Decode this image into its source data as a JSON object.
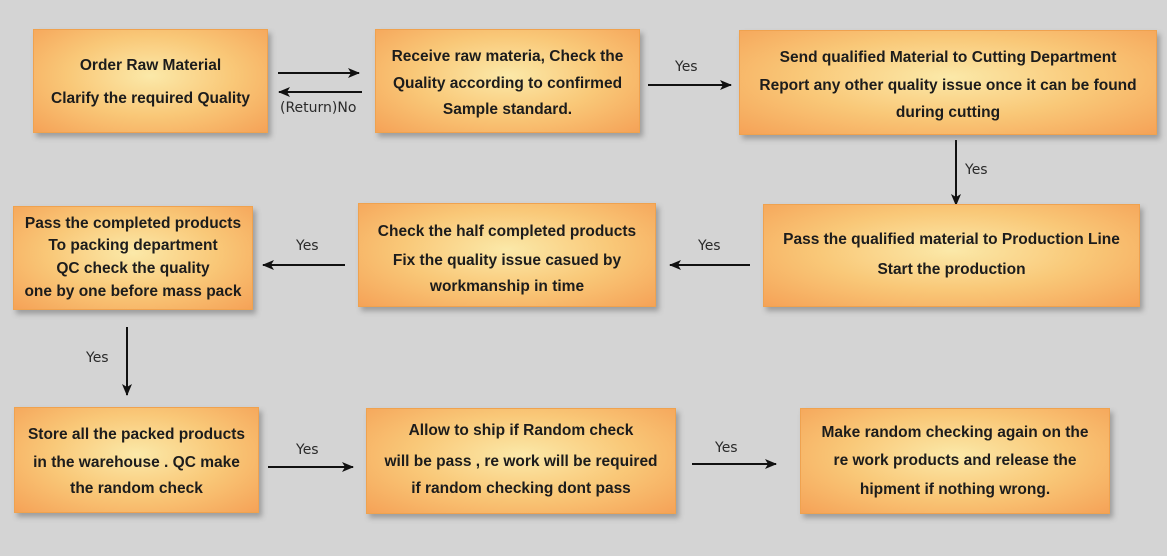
{
  "steps": {
    "order_raw_material": [
      "Order Raw Material",
      "Clarify the required Quality"
    ],
    "receive_raw_material": [
      "Receive raw materia, Check the",
      "Quality according to confirmed",
      "Sample standard."
    ],
    "send_to_cutting": [
      "Send qualified Material to Cutting Department",
      "Report any other  quality issue once it can be found",
      "during cutting"
    ],
    "pass_to_production": [
      "Pass the qualified material to Production Line",
      "Start the production"
    ],
    "check_half_completed": [
      "Check the half completed products",
      "Fix the quality issue casued by",
      "workmanship in time"
    ],
    "pass_to_packing": [
      "Pass the completed products",
      "To packing department",
      "QC check the quality",
      "one by one before mass pack"
    ],
    "store_packed": [
      "Store all the packed products",
      "in the warehouse .  QC make",
      "the random check"
    ],
    "allow_to_ship": [
      "Allow to ship if Random check",
      "will be pass , re work will be required",
      "if random checking dont pass"
    ],
    "random_check_again": [
      "Make random checking again on the",
      "re work products and release the",
      "hipment if nothing wrong."
    ]
  },
  "edges": {
    "return_no": "(Return)No",
    "yes": "Yes"
  }
}
